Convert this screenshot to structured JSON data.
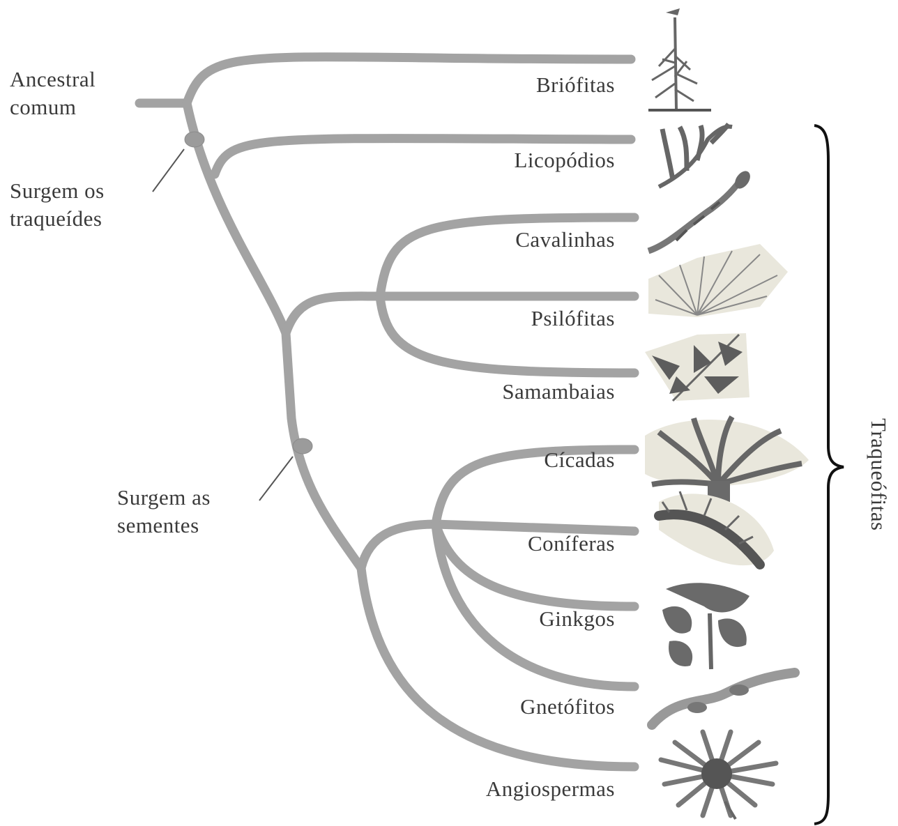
{
  "root_label_line1": "Ancestral",
  "root_label_line2": "comum",
  "events": [
    {
      "line1": "Surgem os",
      "line2": "traqueídes"
    },
    {
      "line1": "Surgem as",
      "line2": "sementes"
    }
  ],
  "taxa": [
    {
      "name": "Briófitas",
      "icon": "moss-icon"
    },
    {
      "name": "Licopódios",
      "icon": "clubmoss-icon"
    },
    {
      "name": "Cavalinhas",
      "icon": "horsetail-icon"
    },
    {
      "name": "Psilófitas",
      "icon": "whisk-fern-icon"
    },
    {
      "name": "Samambaias",
      "icon": "fern-icon"
    },
    {
      "name": "Cícadas",
      "icon": "cycad-icon"
    },
    {
      "name": "Coníferas",
      "icon": "conifer-icon"
    },
    {
      "name": "Ginkgos",
      "icon": "ginkgo-icon"
    },
    {
      "name": "Gnetófitos",
      "icon": "gnetophyte-icon"
    },
    {
      "name": "Angiospermas",
      "icon": "flower-icon"
    }
  ],
  "bracket_label": "Traqueófitas",
  "colors": {
    "branch": "#a3a3a3",
    "node": "#9b9b9b",
    "text": "#3a3a3a"
  }
}
